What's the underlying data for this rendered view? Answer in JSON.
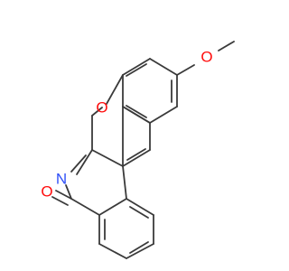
{
  "molecule": {
    "atoms": {
      "methoxy_oxygen": "O",
      "ring_oxygen": "O",
      "ring_nitrogen": "N",
      "carbonyl_oxygen": "O"
    },
    "colors": {
      "bond": "#3a3a3a",
      "oxygen": "#ff0d0d",
      "nitrogen": "#3050f8",
      "background": "#ffffff"
    }
  }
}
